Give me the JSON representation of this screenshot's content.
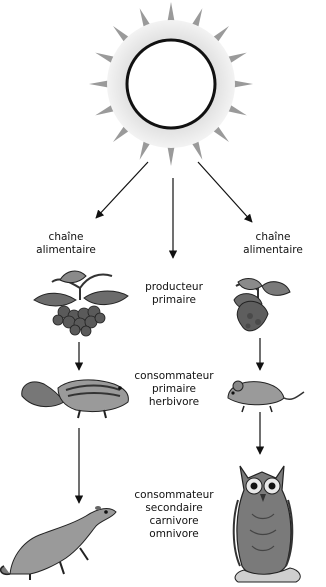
{
  "labels": {
    "chain_left": [
      "chaîne",
      "alimentaire"
    ],
    "chain_right": [
      "chaîne",
      "alimentaire"
    ],
    "producer": [
      "producteur",
      "primaire"
    ],
    "primary_consumer": [
      "consommateur",
      "primaire",
      "herbivore"
    ],
    "secondary_consumer": [
      "consommateur",
      "secondaire",
      "carnivore",
      "omnivore"
    ]
  },
  "icons": {
    "sun": "sun-icon",
    "plant_left": "berry-plant-icon",
    "plant_right": "leafy-plant-icon",
    "herbivore_left": "chipmunk-icon",
    "herbivore_right": "mouse-icon",
    "predator_left": "weasel-icon",
    "predator_right": "owl-icon"
  }
}
